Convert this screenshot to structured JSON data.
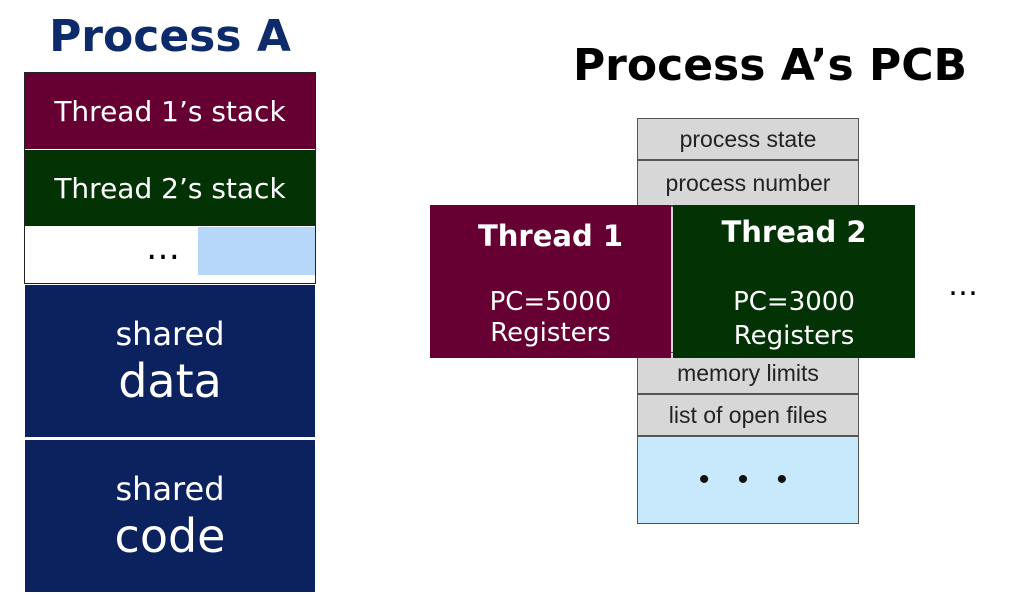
{
  "process_a": {
    "title": "Process A",
    "thread1_stack": "Thread 1’s stack",
    "thread2_stack": "Thread 2’s stack",
    "gap_ellipsis": "…",
    "shared_data_small": "shared",
    "shared_data_big": "data",
    "shared_code_small": "shared",
    "shared_code_big": "code"
  },
  "pcb": {
    "title": "Process A’s PCB",
    "rows": [
      "process state",
      "process number",
      "memory limits",
      "list of open files"
    ],
    "ellipsis": "• • •"
  },
  "threads": [
    {
      "title": "Thread 1",
      "pc": "PC=5000",
      "registers": "Registers"
    },
    {
      "title": "Thread 2",
      "pc": "PC=3000",
      "registers": "Registers"
    }
  ],
  "more_threads": "…",
  "colors": {
    "thread1": "#660033",
    "thread2": "#033305",
    "shared": "#0b225f",
    "title_a": "#0d2a6b",
    "pcb_row": "#d7d7d7",
    "pcb_tail": "#c8e8fb",
    "gap_blue": "#b6d7f7"
  }
}
